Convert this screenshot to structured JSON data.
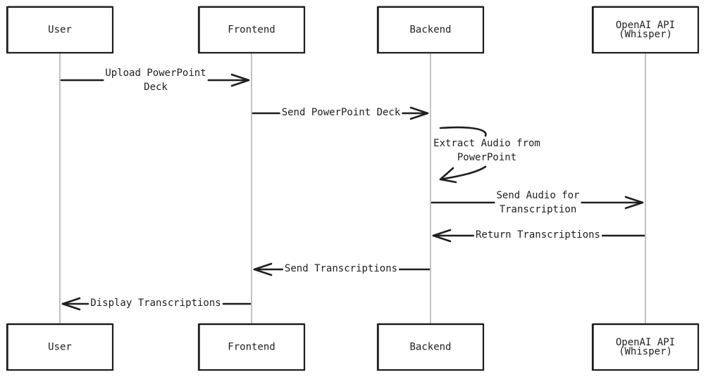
{
  "participants": [
    {
      "id": "user",
      "lines": [
        "User"
      ]
    },
    {
      "id": "frontend",
      "lines": [
        "Frontend"
      ]
    },
    {
      "id": "backend",
      "lines": [
        "Backend"
      ]
    },
    {
      "id": "openai",
      "lines": [
        "OpenAI API",
        "(Whisper)"
      ]
    }
  ],
  "messages": [
    {
      "id": "upload-deck",
      "from": "user",
      "to": "frontend",
      "lines": [
        "Upload PowerPoint",
        "Deck"
      ]
    },
    {
      "id": "send-deck",
      "from": "frontend",
      "to": "backend",
      "lines": [
        "Send PowerPoint Deck"
      ]
    },
    {
      "id": "extract-audio",
      "from": "backend",
      "to": "backend",
      "lines": [
        "Extract Audio from",
        "PowerPoint"
      ]
    },
    {
      "id": "send-audio",
      "from": "backend",
      "to": "openai",
      "lines": [
        "Send Audio for",
        "Transcription"
      ]
    },
    {
      "id": "return-transcriptions",
      "from": "openai",
      "to": "backend",
      "lines": [
        "Return Transcriptions"
      ]
    },
    {
      "id": "send-transcriptions",
      "from": "backend",
      "to": "frontend",
      "lines": [
        "Send Transcriptions"
      ]
    },
    {
      "id": "display-transcriptions",
      "from": "frontend",
      "to": "user",
      "lines": [
        "Display Transcriptions"
      ]
    }
  ]
}
